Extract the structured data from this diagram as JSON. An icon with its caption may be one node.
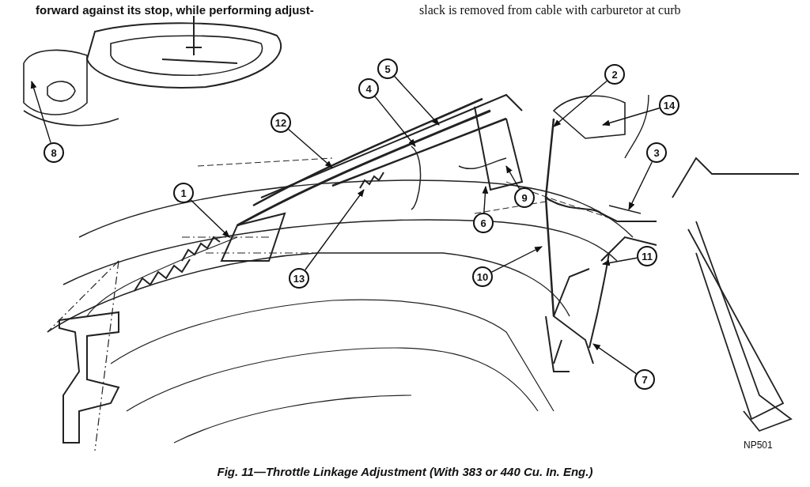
{
  "diagram": {
    "caption": "Fig. 11—Throttle Linkage Adjustment (With 383 or 440 Cu. In. Eng.)",
    "nodes": [
      {
        "text": [
          "1"
        ]
      },
      {
        "text": [
          "2"
        ]
      },
      {
        "text": [
          "3"
        ]
      },
      {
        "text": [
          "4"
        ]
      },
      {
        "text": [
          "5"
        ]
      },
      {
        "text": [
          "6"
        ]
      },
      {
        "text": [
          "7"
        ]
      },
      {
        "text": [
          "8"
        ]
      },
      {
        "text": [
          "9"
        ]
      },
      {
        "text": [
          "10"
        ]
      },
      {
        "text": [
          "11"
        ]
      },
      {
        "text": [
          "12"
        ]
      },
      {
        "text": [
          "13"
        ]
      },
      {
        "text": [
          "14"
        ]
      }
    ],
    "edges": [
      {
        "from": 0,
        "to": null,
        "arrow": "to"
      },
      {
        "from": 1,
        "to": null,
        "arrow": "to"
      },
      {
        "from": 2,
        "to": null,
        "arrow": "to"
      },
      {
        "from": 3,
        "to": null,
        "arrow": "to"
      },
      {
        "from": 4,
        "to": null,
        "arrow": "to"
      },
      {
        "from": 5,
        "to": null,
        "arrow": "to"
      },
      {
        "from": 6,
        "to": null,
        "arrow": "to"
      },
      {
        "from": 7,
        "to": null,
        "arrow": "to"
      },
      {
        "from": 8,
        "to": null,
        "arrow": "to"
      },
      {
        "from": 9,
        "to": null,
        "arrow": "to"
      },
      {
        "from": 10,
        "to": null,
        "arrow": "to"
      },
      {
        "from": 11,
        "to": null,
        "arrow": "to"
      },
      {
        "from": 12,
        "to": null,
        "arrow": "to"
      },
      {
        "from": 13,
        "to": null,
        "arrow": "to"
      }
    ],
    "labels": [
      "forward against its stop, while performing adjust-",
      "slack is removed from cable with carburetor at curb",
      "NP501"
    ]
  }
}
